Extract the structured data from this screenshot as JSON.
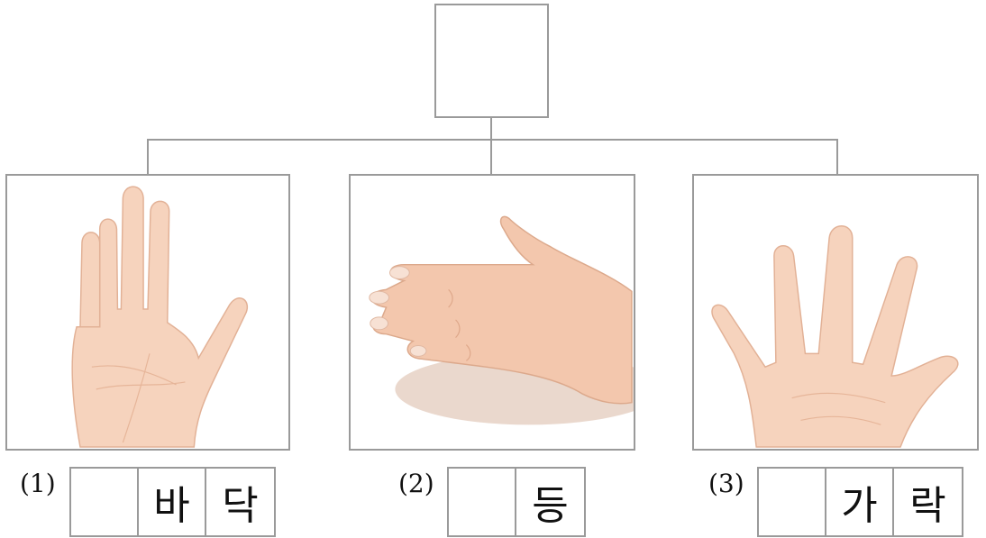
{
  "root": {
    "text": ""
  },
  "items": [
    {
      "number": "(1)",
      "cells": [
        "",
        "바",
        "닥"
      ]
    },
    {
      "number": "(2)",
      "cells": [
        "",
        "등"
      ]
    },
    {
      "number": "(3)",
      "cells": [
        "",
        "가",
        "락"
      ]
    }
  ]
}
